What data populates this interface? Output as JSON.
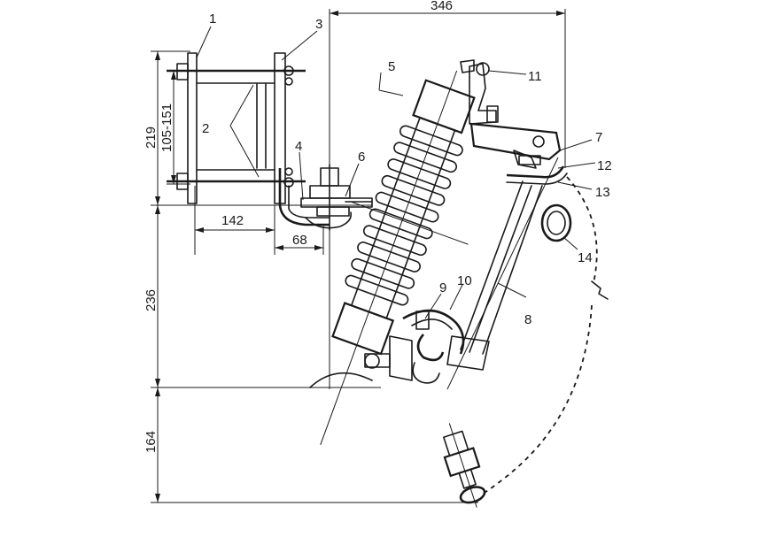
{
  "dimensions": {
    "d346": "346",
    "d219": "219",
    "d105_151": "105-151",
    "d142": "142",
    "d68": "68",
    "d236": "236",
    "d164": "164"
  },
  "callouts": {
    "c1": "1",
    "c2": "2",
    "c3": "3",
    "c4": "4",
    "c5": "5",
    "c6": "6",
    "c7": "7",
    "c8": "8",
    "c9": "9",
    "c10": "10",
    "c11": "11",
    "c12": "12",
    "c13": "13",
    "c14": "14"
  }
}
